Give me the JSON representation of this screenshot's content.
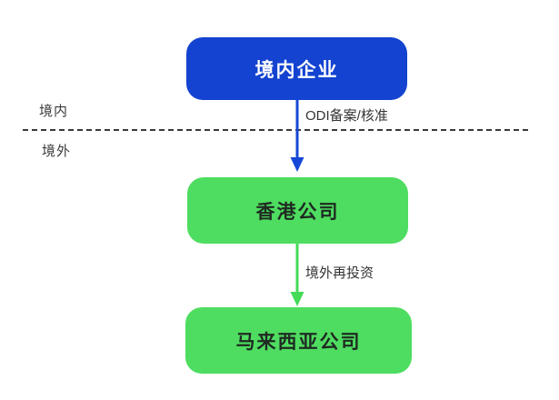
{
  "diagram": {
    "nodes": {
      "domestic_enterprise": {
        "label": "境内企业"
      },
      "hongkong_company": {
        "label": "香港公司"
      },
      "malaysia_company": {
        "label": "马来西亚公司"
      }
    },
    "edges": {
      "odi": {
        "label": "ODI备案/核准"
      },
      "reinvest": {
        "label": "境外再投资"
      }
    },
    "boundary": {
      "above_label": "境内",
      "below_label": "境外"
    },
    "colors": {
      "node_blue": "#1343d0",
      "node_green": "#4edd60",
      "arrow_blue": "#1747d6",
      "arrow_green": "#44db58",
      "blue_node_text": "#ffffff",
      "green_node_text": "#1f2a22",
      "label_text": "#333333",
      "dashed_line": "#3a3a3a",
      "background": "#ffffff"
    }
  }
}
